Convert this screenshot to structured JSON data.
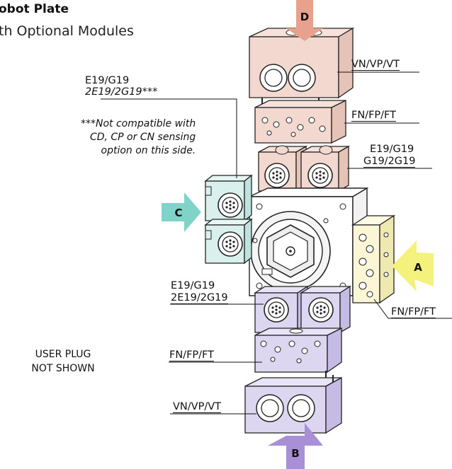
{
  "header": {
    "title": "obot Plate",
    "subtitle": "th Optional Modules"
  },
  "labels": {
    "top_valve": "VN/VP/VT",
    "top_flow": "FN/FP/FT",
    "left_module_line1": "E19/G19",
    "left_module_line2": "2E19/2G19***",
    "note": "***Not compatible with\nCD, CP or CN sensing\noption on this side.",
    "right_upper_line1": "E19/G19",
    "right_upper_line2": "G19/2G19",
    "side_a_flow": "FN/FP/FT",
    "lower_module_line1": "E19/G19",
    "lower_module_line2": "2E19/2G19",
    "bottom_flow": "FN/FP/FT",
    "bottom_valve": "VN/VP/VT",
    "user_plug": "USER PLUG\nNOT SHOWN"
  },
  "arrows": {
    "d": {
      "letter": "D",
      "color": "#e8a18c"
    },
    "c": {
      "letter": "C",
      "color": "#7fd3c8"
    },
    "a": {
      "letter": "A",
      "color": "#f5f17d"
    },
    "b": {
      "letter": "B",
      "color": "#a98fd6"
    }
  },
  "colors": {
    "top_modules": "#f3d8cf",
    "left_modules": "#d9f0ec",
    "side_a_module": "#fbf7d6",
    "bottom_modules": "#ddd6f1",
    "center_plate": "#ffffff"
  }
}
